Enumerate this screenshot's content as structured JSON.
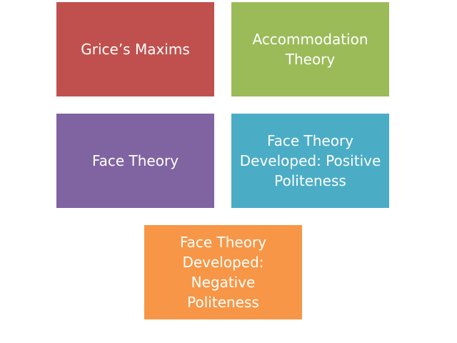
{
  "boxes": [
    {
      "label": "Grice’s Maxims",
      "color": "#C0504D"
    },
    {
      "label": "Accommodation Theory",
      "color": "#9BBB59"
    },
    {
      "label": "Face Theory",
      "color": "#8064A2"
    },
    {
      "label": "Face Theory Developed: Positive Politeness",
      "color": "#4BACC6"
    },
    {
      "label": "Face Theory Developed: Negative Politeness",
      "color": "#F79646"
    }
  ]
}
